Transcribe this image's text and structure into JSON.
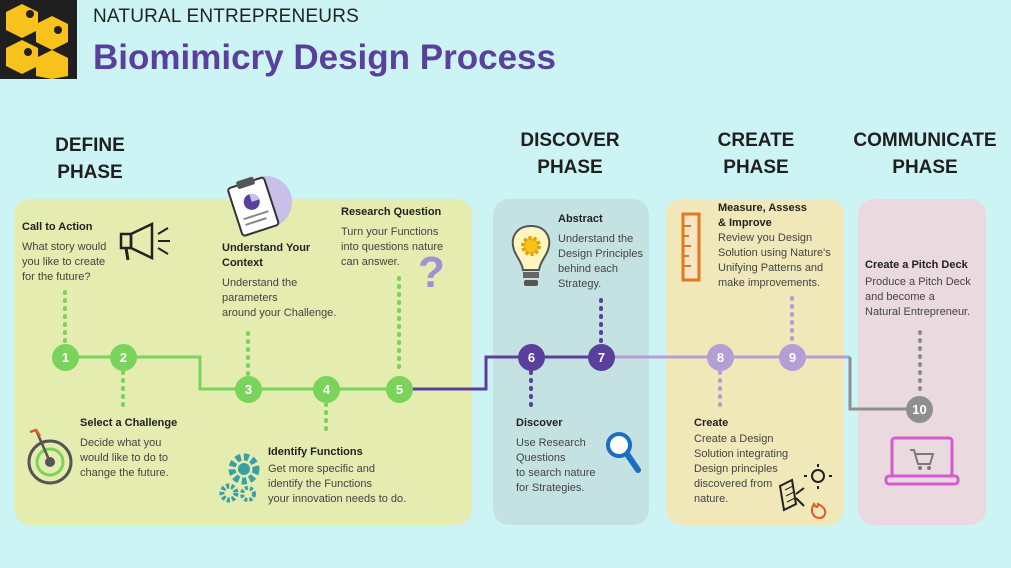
{
  "header": {
    "brand": "NATURAL ENTREPRENEURS",
    "title": "Biomimicry Design Process"
  },
  "phases": {
    "define": [
      "DEFINE",
      "PHASE"
    ],
    "discover": [
      "DISCOVER",
      "PHASE"
    ],
    "create": [
      "CREATE",
      "PHASE"
    ],
    "communicate": [
      "COMMUNICATE",
      "PHASE"
    ]
  },
  "steps": {
    "s1": {
      "num": "1",
      "title": "Call to Action",
      "lines": [
        "What story would",
        "you like to create",
        "for the future?"
      ]
    },
    "s2": {
      "num": "2",
      "title": "Select a Challenge",
      "lines": [
        "Decide what you",
        "would like to do to",
        "change the future."
      ]
    },
    "s3": {
      "num": "3",
      "title": [
        "Understand Your",
        "Context"
      ],
      "lines": [
        "Understand the",
        "parameters",
        "around your Challenge."
      ]
    },
    "s4": {
      "num": "4",
      "title": "Identify Functions",
      "lines": [
        "Get more specific and",
        "identify the Functions",
        "your innovation needs to do."
      ]
    },
    "s5": {
      "num": "5",
      "title": "Research Question",
      "lines": [
        "Turn your Functions",
        "into questions nature",
        "can answer."
      ]
    },
    "s6": {
      "num": "6",
      "title": "Discover",
      "lines": [
        "Use Research",
        "Questions",
        "to search nature",
        "for Strategies."
      ]
    },
    "s7": {
      "num": "7",
      "title": "Abstract",
      "lines": [
        "Understand the",
        "Design Principles",
        "behind each",
        "Strategy."
      ]
    },
    "s8": {
      "num": "8",
      "title": "Create",
      "lines": [
        "Create a Design",
        "Solution integrating",
        "Design principles",
        "discovered from",
        "nature."
      ]
    },
    "s9": {
      "num": "9",
      "title": [
        "Measure, Assess",
        "& Improve"
      ],
      "lines": [
        "Review you Design",
        "Solution using Nature's",
        "Unifying Patterns and",
        "make improvements."
      ]
    },
    "s10": {
      "num": "10",
      "title": "Create a Pitch Deck",
      "lines": [
        "Produce a Pitch Deck",
        "and become a",
        "Natural Entrepreneur."
      ]
    }
  },
  "icons": {
    "logo": "honeycomb-bees-icon",
    "s1": "megaphone-icon",
    "s2": "target-icon",
    "s3": "clipboard-chart-icon",
    "s4": "gears-icon",
    "s5": "question-mark-icon",
    "s6": "magnifier-icon",
    "s7": "lightbulb-icon",
    "s8": "solar-sun-fire-icon",
    "s9": "ruler-icon",
    "s10": "laptop-cart-icon"
  },
  "colors": {
    "title": "#5a3f9c",
    "define_node": "#7ad35a",
    "discover_node": "#5a3f9c",
    "create_node": "#b39ed6",
    "communicate_node": "#8f8f8f",
    "define_panel": "#e4ecb0",
    "discover_panel": "#c5e2e2",
    "create_panel": "#f0e8b8",
    "communicate_panel": "#ead9df"
  }
}
